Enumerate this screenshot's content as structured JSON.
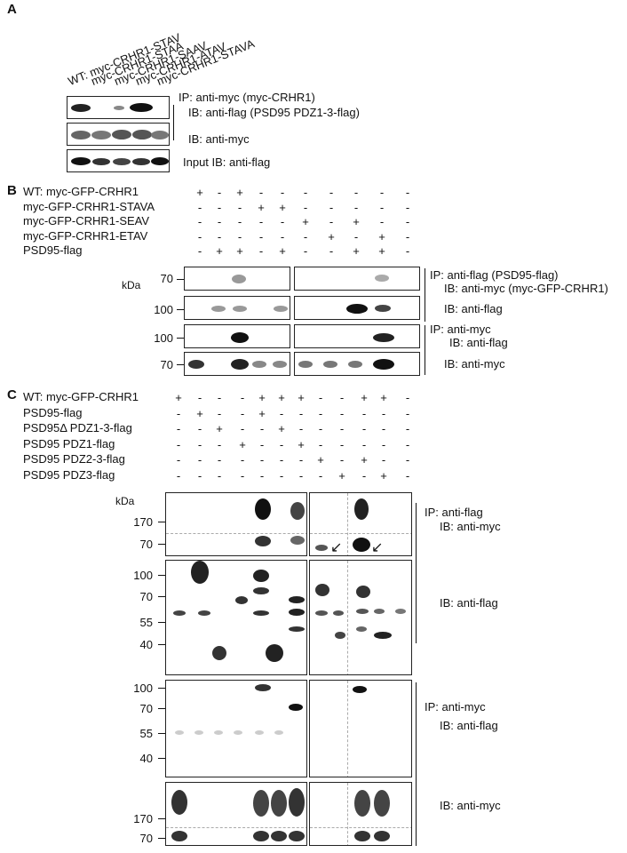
{
  "panel_a": {
    "label": "A",
    "lanes": [
      "WT: myc-CRHR1-STAV",
      "myc-CRHR1-STAA",
      "myc-CRHR1-SAAV",
      "myc-CRHR1-ATAV",
      "myc-CRHR1-STAVA"
    ],
    "ip_label": "IP: anti-myc (myc-CRHR1)",
    "ib_flag": "IB: anti-flag (PSD95 PDZ1-3-flag)",
    "ib_myc": "IB:  anti-myc",
    "input": "Input  IB: anti-flag"
  },
  "panel_b": {
    "label": "B",
    "rows": [
      {
        "name": "WT: myc-GFP-CRHR1",
        "signs": [
          "+",
          "-",
          "+",
          "-",
          "-",
          "-",
          "-",
          "-",
          "-",
          "-"
        ]
      },
      {
        "name": "myc-GFP-CRHR1-STAVA",
        "signs": [
          "-",
          "-",
          "-",
          "+",
          "+",
          "-",
          "-",
          "-",
          "-",
          "-"
        ]
      },
      {
        "name": "myc-GFP-CRHR1-SEAV",
        "signs": [
          "-",
          "-",
          "-",
          "-",
          "-",
          "+",
          "-",
          "+",
          "-",
          "-"
        ]
      },
      {
        "name": "myc-GFP-CRHR1-ETAV",
        "signs": [
          "-",
          "-",
          "-",
          "-",
          "-",
          "-",
          "+",
          "-",
          "+",
          "-"
        ]
      },
      {
        "name": "PSD95-flag",
        "signs": [
          "-",
          "+",
          "+",
          "-",
          "+",
          "-",
          "-",
          "+",
          "+",
          "-"
        ]
      }
    ],
    "kda": "kDa",
    "mw": [
      "70",
      "100",
      "100",
      "70"
    ],
    "ip_flag": "IP: anti-flag (PSD95-flag)",
    "ib_myc_full": "IB: anti-myc (myc-GFP-CRHR1)",
    "ib_flag": "IB: anti-flag",
    "ip_myc": "IP: anti-myc",
    "ib_flag2": "IB: anti-flag",
    "ib_myc": "IB: anti-myc"
  },
  "panel_c": {
    "label": "C",
    "rows": [
      {
        "name": "WT: myc-GFP-CRHR1",
        "signs": [
          "+",
          "-",
          "-",
          "-",
          "+",
          "+",
          "+",
          "-",
          "-",
          "+",
          "+",
          "-"
        ]
      },
      {
        "name": "PSD95-flag",
        "signs": [
          "-",
          "+",
          "-",
          "-",
          "+",
          "-",
          "-",
          "-",
          "-",
          "-",
          "-",
          "-"
        ]
      },
      {
        "name": "PSD95Δ PDZ1-3-flag",
        "signs": [
          "-",
          "-",
          "+",
          "-",
          "-",
          "+",
          "-",
          "-",
          "-",
          "-",
          "-",
          "-"
        ]
      },
      {
        "name": "PSD95 PDZ1-flag",
        "signs": [
          "-",
          "-",
          "-",
          "+",
          "-",
          "-",
          "+",
          "-",
          "-",
          "-",
          "-",
          "-"
        ]
      },
      {
        "name": "PSD95 PDZ2-3-flag",
        "signs": [
          "-",
          "-",
          "-",
          "-",
          "-",
          "-",
          "-",
          "+",
          "-",
          "+",
          "-",
          "-"
        ]
      },
      {
        "name": "PSD95 PDZ3-flag",
        "signs": [
          "-",
          "-",
          "-",
          "-",
          "-",
          "-",
          "-",
          "-",
          "+",
          "-",
          "+",
          "-"
        ]
      }
    ],
    "kda": "kDa",
    "mw1": [
      "170",
      "70"
    ],
    "mw2": [
      "100",
      "70",
      "55",
      "40"
    ],
    "mw3": [
      "100",
      "70",
      "55",
      "40"
    ],
    "mw4": [
      "170",
      "70"
    ],
    "ip_flag": "IP: anti-flag",
    "ib_myc": "IB: anti-myc",
    "ib_flag": "IB: anti-flag",
    "ip_myc": "IP: anti-myc",
    "ib_flag2": "IB: anti-flag",
    "ib_myc2": "IB: anti-myc"
  }
}
